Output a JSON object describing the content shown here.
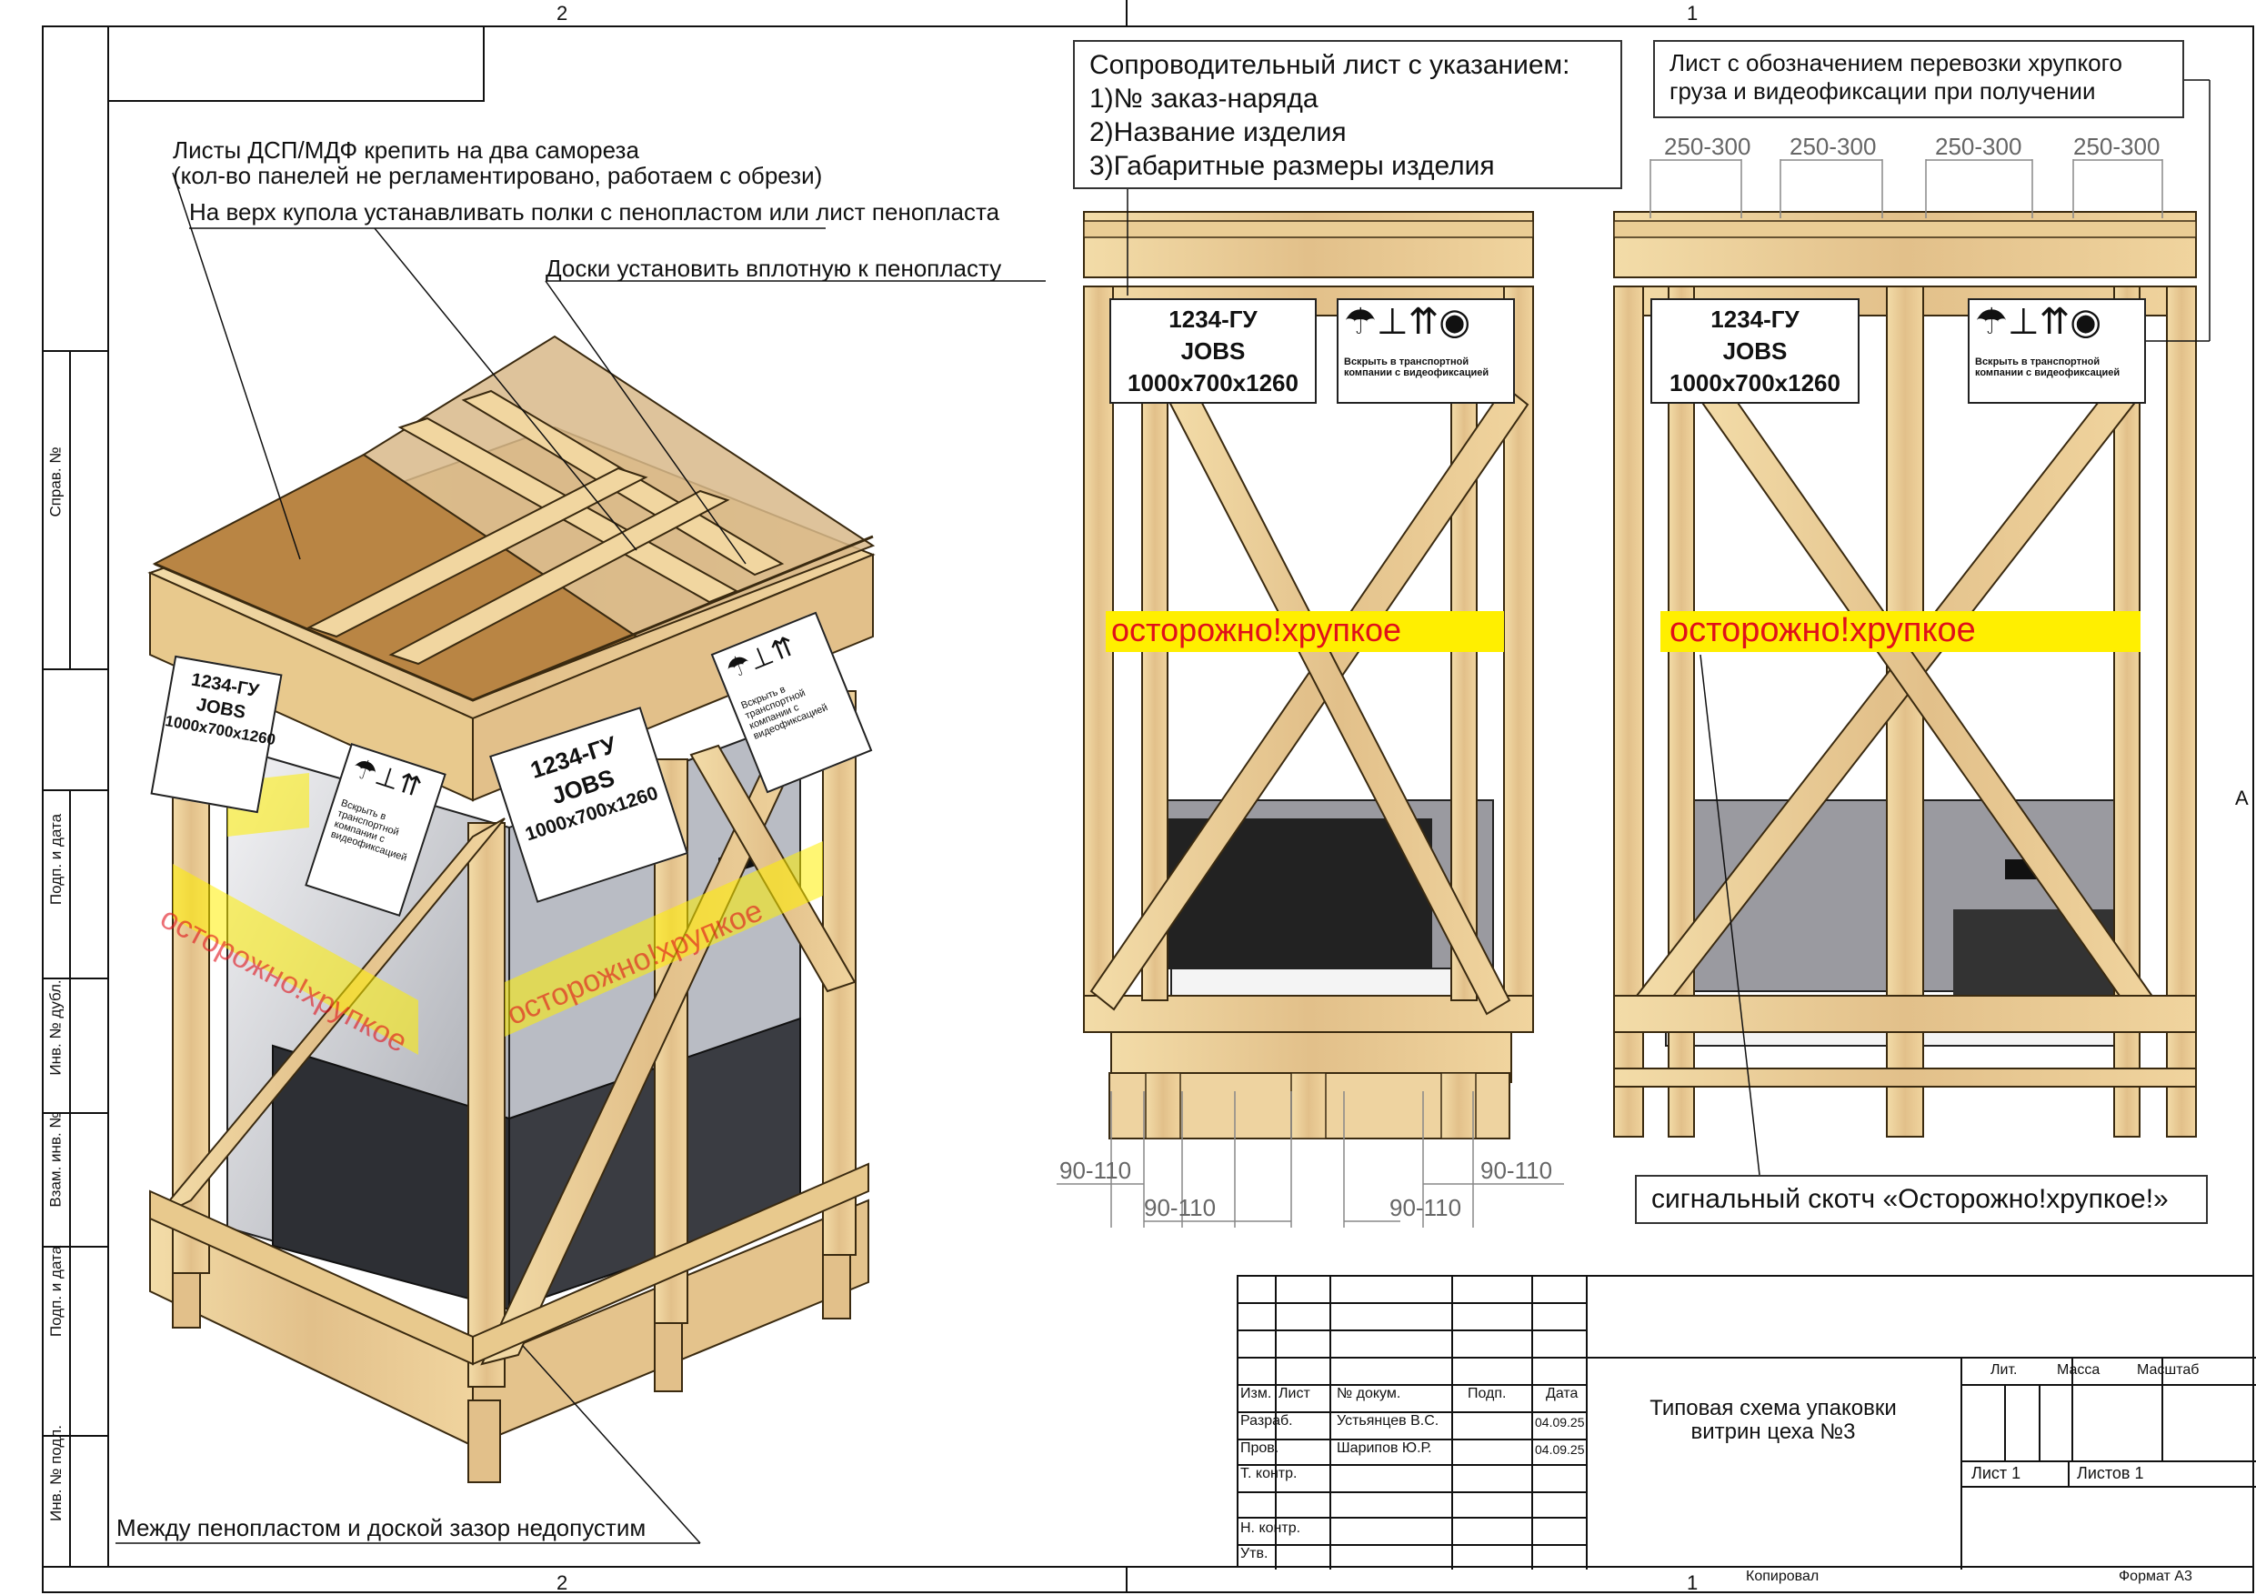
{
  "zones": {
    "top_left": "2",
    "top_right": "1",
    "bottom_left": "2",
    "bottom_right": "1",
    "side_right": "A"
  },
  "side_stamp": [
    "Справ. №",
    "Подп. и дата",
    "Инв. № дубл.",
    "Взам. инв. №",
    "Подп. и дата",
    "Инв. № подл."
  ],
  "notes": {
    "dsp_line1": "Листы ДСП/МДФ крепить на два самореза",
    "dsp_line2": "(кол-во панелей не регламентировано, работаем с обрези)",
    "shelves": "На верх купола устанавливать полки  с пенопластом или лист пенопласта",
    "boards": "Доски установить вплотную к пенопласту",
    "gap": "Между пенопластом и доской зазор недопустим",
    "cover_sheet": "Сопроводительный лист с указанием:\n1)№ заказ-наряда\n2)Название изделия\n3)Габаритные размеры изделия",
    "fragile_sheet": "Лист с обозначением перевозки хрупкого\nгруза и видеофиксации при получении",
    "tape": "сигнальный скотч «Осторожно!хрупкое!»"
  },
  "label": {
    "order": "1234-ГУ",
    "name": "JOBS",
    "size": "1000x700x1260"
  },
  "fragile_label": {
    "text": "Вскрыть в транспортной\nкомпании с видеофиксацией"
  },
  "tape_text": "осторожно!хрупкое",
  "dimensions": {
    "top": [
      "250-300",
      "250-300",
      "250-300",
      "250-300"
    ],
    "bottom": [
      "90-110",
      "90-110",
      "90-110",
      "90-110"
    ]
  },
  "title_block": {
    "title_line1": "Типовая схема упаковки",
    "title_line2": "витрин цеха №3",
    "headers": {
      "izm": "Изм.",
      "list": "Лист",
      "doc": "№ докум.",
      "sign": "Подп.",
      "date": "Дата"
    },
    "rows": [
      {
        "role": "Разраб.",
        "name": "Устьянцев В.С.",
        "date": "04.09.25"
      },
      {
        "role": "Пров.",
        "name": "Шарипов Ю.Р.",
        "date": "04.09.25"
      },
      {
        "role": "Т. контр.",
        "name": "",
        "date": ""
      },
      {
        "role": "Н. контр.",
        "name": "",
        "date": ""
      },
      {
        "role": "Утв.",
        "name": "",
        "date": ""
      }
    ],
    "lit": "Лит.",
    "mass": "Масса",
    "scale": "Масштаб",
    "sheet": "Лист 1",
    "sheets": "Листов 1",
    "copied": "Копировал",
    "format": "Формат A3"
  },
  "colors": {
    "wood": "#e8c98d",
    "wood_edge": "#3a2a10",
    "tape": "#ffef00",
    "tape_text": "#e0101a",
    "chipboard": "#b98544"
  }
}
